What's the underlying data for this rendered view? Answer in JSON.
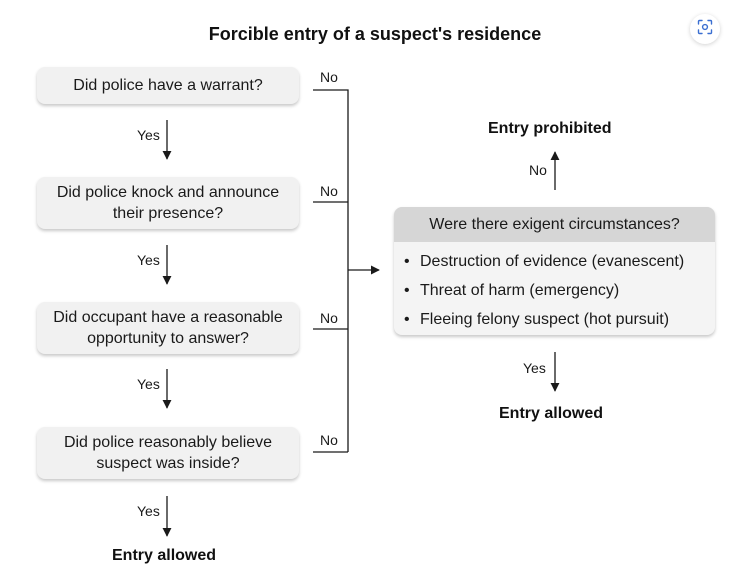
{
  "title": "Forcible entry of a suspect's residence",
  "questions": [
    "Did police have a warrant?",
    "Did police knock and announce their presence?",
    "Did occupant have a reasonable opportunity to answer?",
    "Did police reasonably believe suspect was inside?"
  ],
  "labels": {
    "yes": "Yes",
    "no": "No"
  },
  "outcomes": {
    "entry_allowed": "Entry allowed",
    "entry_prohibited": "Entry prohibited"
  },
  "exigent": {
    "question": "Were there exigent circumstances?",
    "items": [
      "Destruction of evidence (evanescent)",
      "Threat of harm (emergency)",
      "Fleeing felony suspect (hot pursuit)"
    ]
  },
  "icons": {
    "scan": "scan-icon"
  }
}
